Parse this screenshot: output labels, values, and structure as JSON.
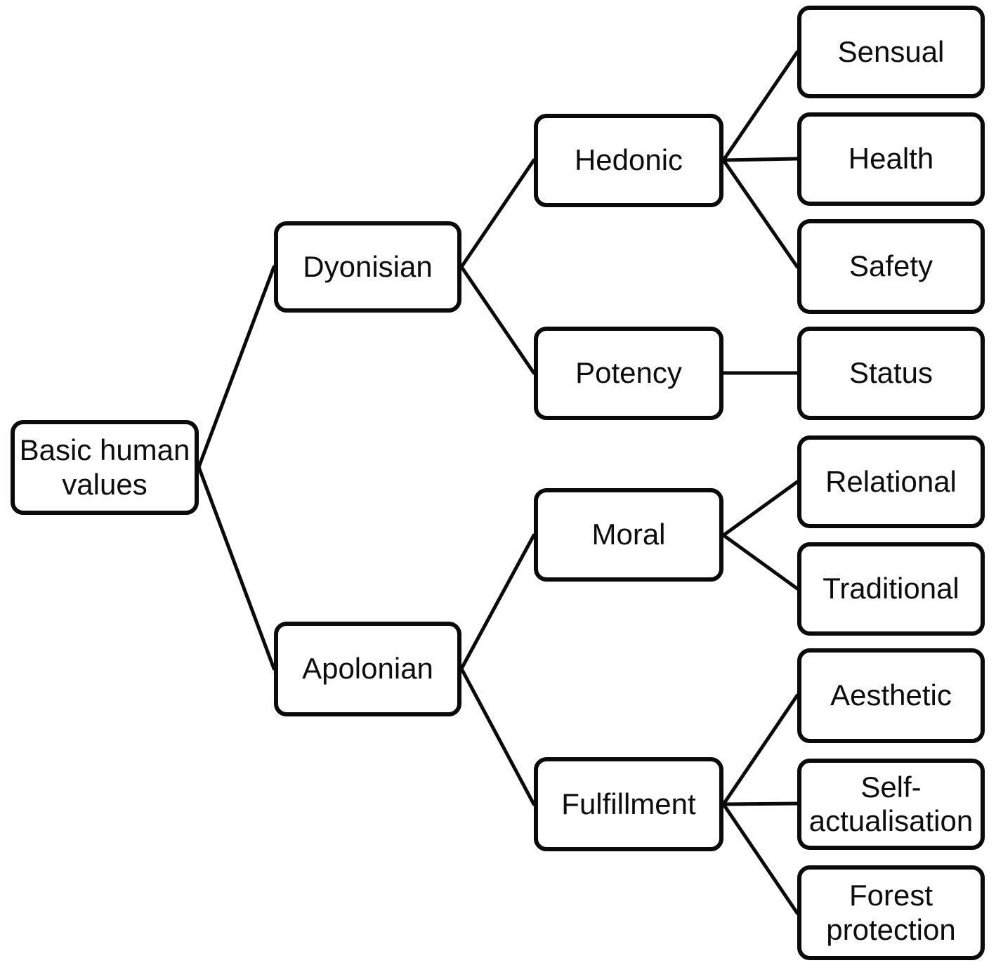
{
  "figure": {
    "type": "tree-diagram",
    "background_color": "#ffffff",
    "box_fill_color": "#ffffff",
    "box_border_color": "#0a0a0a",
    "line_color": "#0a0a0a",
    "text_color": "#0d0d0d"
  },
  "tree": {
    "label": "Basic human values",
    "children": [
      {
        "label": "Dyonisian",
        "children": [
          {
            "label": "Hedonic",
            "children": [
              {
                "label": "Sensual"
              },
              {
                "label": "Health"
              },
              {
                "label": "Safety"
              }
            ]
          },
          {
            "label": "Potency",
            "children": [
              {
                "label": "Status"
              }
            ]
          }
        ]
      },
      {
        "label": "Apolonian",
        "children": [
          {
            "label": "Moral",
            "children": [
              {
                "label": "Relational"
              },
              {
                "label": "Traditional"
              }
            ]
          },
          {
            "label": "Fulfillment",
            "children": [
              {
                "label": "Aesthetic"
              },
              {
                "label": "Self-actualisation"
              },
              {
                "label": "Forest protection"
              }
            ]
          }
        ]
      }
    ]
  }
}
